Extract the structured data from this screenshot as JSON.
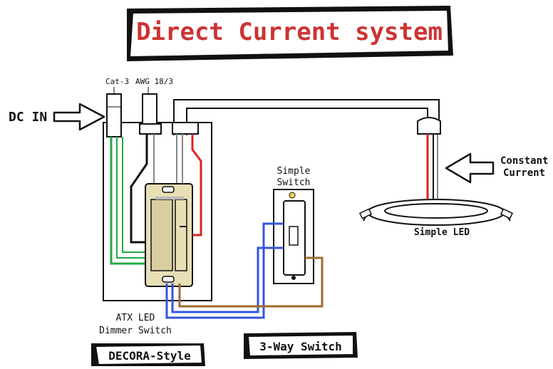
{
  "title": "Direct Current system",
  "labels": {
    "dc_in": "DC IN",
    "cat3": "Cat-3",
    "awg": "AWG 18/3",
    "simple_switch": [
      "Simple",
      "Switch"
    ],
    "constant_current": [
      "Constant",
      "Current"
    ],
    "simple_led": "Simple LED",
    "atx_dimmer": [
      "ATX LED",
      "Dimmer Switch"
    ],
    "decora_style": "DECORA-Style",
    "three_way": "3-Way Switch"
  },
  "colors": {
    "title_red": "#cc3333",
    "wire_green": "#22aa44",
    "wire_red": "#dd2222",
    "wire_blue": "#3355dd",
    "wire_brown": "#a06a2a",
    "dimmer_beige": "#e8dfb6",
    "outline": "#111111"
  },
  "icons": {
    "dc_in_arrow": "arrow-right-icon",
    "constant_current_arrow": "arrow-left-icon"
  }
}
